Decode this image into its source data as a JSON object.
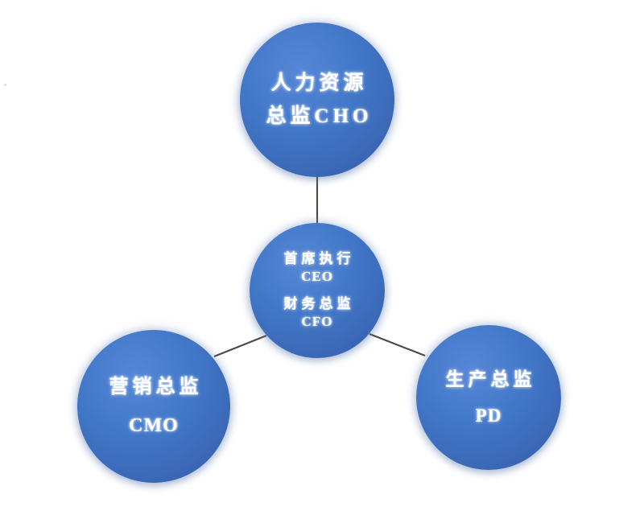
{
  "diagram": {
    "type": "organizational-chart",
    "layout": "hub-and-spoke",
    "background_color": "#ffffff",
    "node_fill_color": "#4277c8",
    "node_text_color": "#ffffff",
    "connector_color": "#4a4a42",
    "nodes": [
      {
        "id": "cho",
        "name": "chief-human-resources-officer",
        "lines": [
          "人力资源",
          "总监CHO"
        ],
        "title_cn": "人力资源总监",
        "abbr": "CHO",
        "position": "top"
      },
      {
        "id": "ceo-cfo",
        "name": "chief-executive-and-financial-officer",
        "lines": [
          "首席执行",
          "CEO",
          "财务总监",
          "CFO"
        ],
        "title_cn": "首席执行 / 财务总监",
        "abbr": "CEO / CFO",
        "position": "center"
      },
      {
        "id": "cmo",
        "name": "chief-marketing-officer",
        "lines": [
          "营销总监",
          "CMO"
        ],
        "title_cn": "营销总监",
        "abbr": "CMO",
        "position": "bottom-left"
      },
      {
        "id": "pd",
        "name": "production-director",
        "lines": [
          "生产总监",
          "PD"
        ],
        "title_cn": "生产总监",
        "abbr": "PD",
        "position": "bottom-right"
      }
    ],
    "connections": [
      {
        "from": "ceo-cfo",
        "to": "cho",
        "name": "connector-center-to-cho"
      },
      {
        "from": "ceo-cfo",
        "to": "cmo",
        "name": "connector-center-to-cmo"
      },
      {
        "from": "ceo-cfo",
        "to": "pd",
        "name": "connector-center-to-pd"
      }
    ]
  }
}
